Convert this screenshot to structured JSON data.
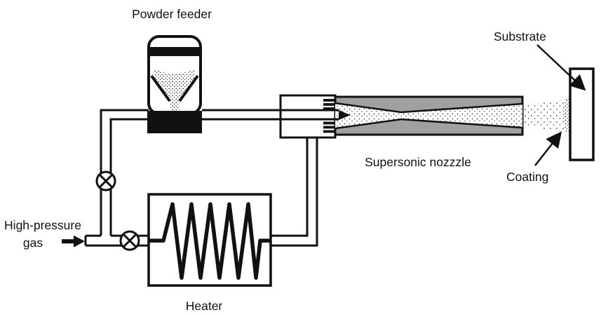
{
  "diagram": {
    "labels": {
      "powder_feeder": "Powder feeder",
      "substrate": "Substrate",
      "coating": "Coating",
      "supersonic_nozzle": "Supersonic nozzzle",
      "high_pressure_line1": "High-pressure",
      "high_pressure_line2": "gas",
      "heater": "Heater"
    },
    "colors": {
      "ink": "#111111",
      "nozzle_body": "#a0a0a0",
      "background": "#ffffff"
    }
  }
}
